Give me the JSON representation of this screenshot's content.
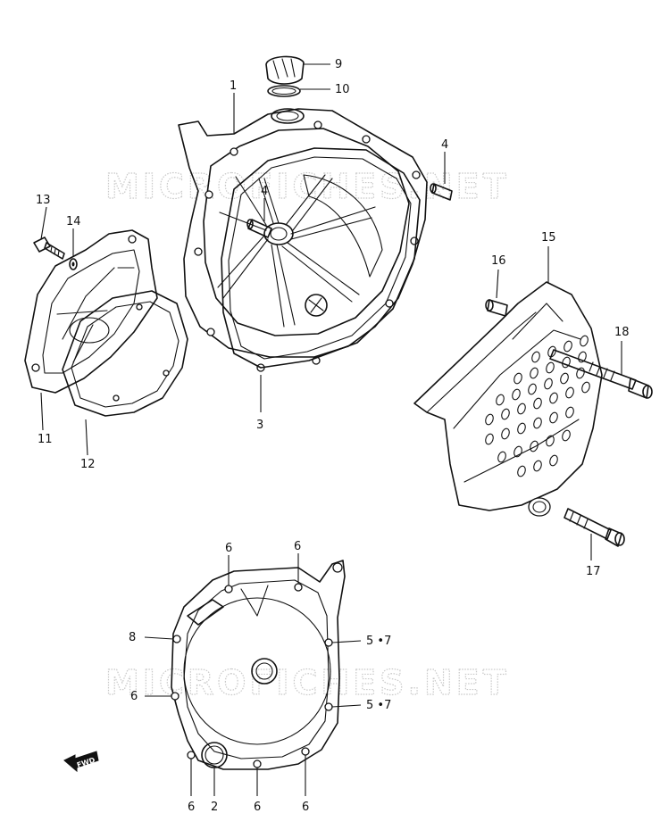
{
  "watermarks": [
    "MICROFICHES.NET",
    "MICROFICHES.NET"
  ],
  "direction_marker": "FWD",
  "callouts": {
    "c1": "1",
    "c2": "2",
    "c3": "3",
    "c4a": "4",
    "c4b": "4",
    "c57a": "5 •7",
    "c57b": "5 •7",
    "c6a": "6",
    "c6b": "6",
    "c6c": "6",
    "c6d": "6",
    "c6e": "6",
    "c6f": "6",
    "c8": "8",
    "c9": "9",
    "c10": "10",
    "c11": "11",
    "c12": "12",
    "c13": "13",
    "c14": "14",
    "c15": "15",
    "c16": "16",
    "c17": "17",
    "c18": "18"
  }
}
